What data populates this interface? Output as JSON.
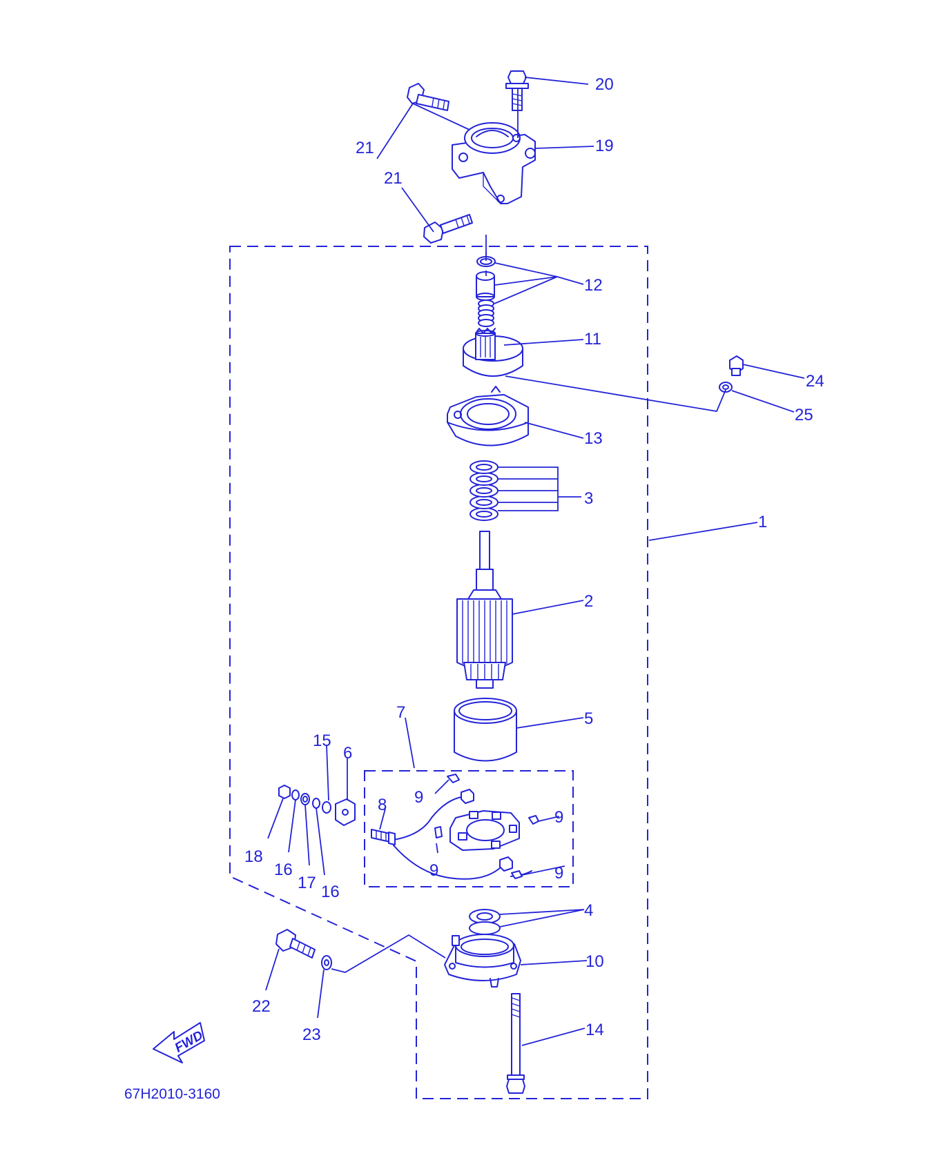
{
  "diagram_code": "67H2010-3160",
  "fwd_label": "FWD",
  "ink_color": "#2323d8",
  "callouts": [
    {
      "id": "c20",
      "text": "20"
    },
    {
      "id": "c19",
      "text": "19"
    },
    {
      "id": "c21a",
      "text": "21"
    },
    {
      "id": "c21b",
      "text": "21"
    },
    {
      "id": "c12",
      "text": "12"
    },
    {
      "id": "c11",
      "text": "11"
    },
    {
      "id": "c24",
      "text": "24"
    },
    {
      "id": "c25",
      "text": "25"
    },
    {
      "id": "c13",
      "text": "13"
    },
    {
      "id": "c3",
      "text": "3"
    },
    {
      "id": "c1",
      "text": "1"
    },
    {
      "id": "c2",
      "text": "2"
    },
    {
      "id": "c7",
      "text": "7"
    },
    {
      "id": "c5",
      "text": "5"
    },
    {
      "id": "c15",
      "text": "15"
    },
    {
      "id": "c6",
      "text": "6"
    },
    {
      "id": "c9a",
      "text": "9"
    },
    {
      "id": "c8",
      "text": "8"
    },
    {
      "id": "c9b",
      "text": "9"
    },
    {
      "id": "c9c",
      "text": "9"
    },
    {
      "id": "c9d",
      "text": "9"
    },
    {
      "id": "c18",
      "text": "18"
    },
    {
      "id": "c16a",
      "text": "16"
    },
    {
      "id": "c17",
      "text": "17"
    },
    {
      "id": "c16b",
      "text": "16"
    },
    {
      "id": "c4",
      "text": "4"
    },
    {
      "id": "c10",
      "text": "10"
    },
    {
      "id": "c22",
      "text": "22"
    },
    {
      "id": "c23",
      "text": "23"
    },
    {
      "id": "c14",
      "text": "14"
    }
  ]
}
